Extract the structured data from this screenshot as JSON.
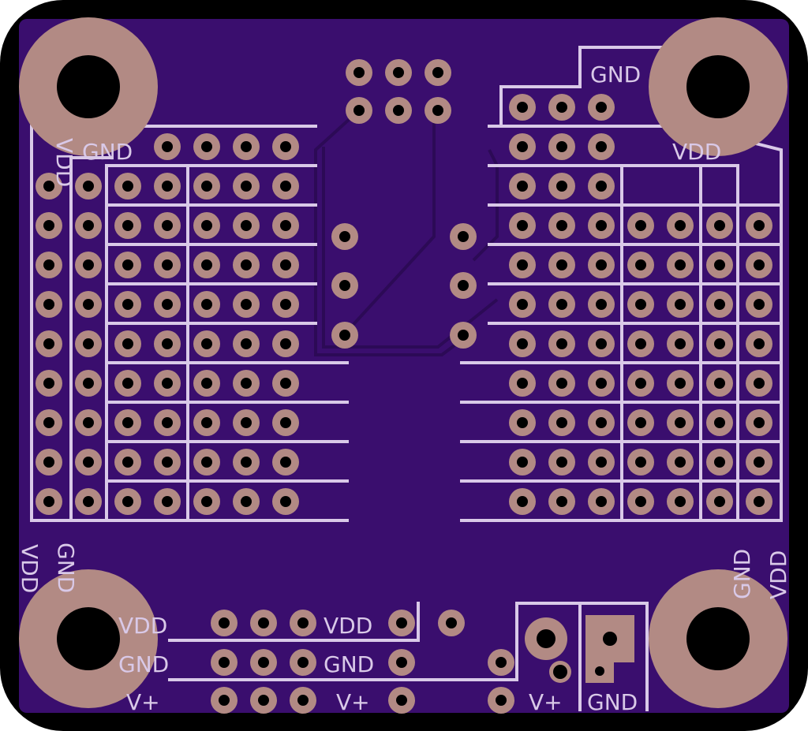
{
  "colors": {
    "outline": "#000000",
    "board": "#3a0e6e",
    "silk": "#d9c9e8",
    "pad": "#b28a84",
    "drill": "#000000",
    "trace": "#2c0a56",
    "highlight": "#4a1580"
  },
  "labels": {
    "top_gnd": "GND",
    "right_vdd_top": "VDD",
    "left_gnd_top": "GND",
    "left_vdd_top": "VDD",
    "left_vdd_side": "VDD",
    "left_gnd_side": "GND",
    "right_gnd_side": "GND",
    "right_vdd_side": "VDD",
    "bottom_vdd_left": "VDD",
    "bottom_gnd_left": "GND",
    "bottom_vplus_left": "V+",
    "bottom_vdd": "VDD",
    "bottom_gnd": "GND",
    "bottom_vplus": "V+",
    "bottom_vplus_right": "V+",
    "bottom_gnd_right": "GND"
  }
}
